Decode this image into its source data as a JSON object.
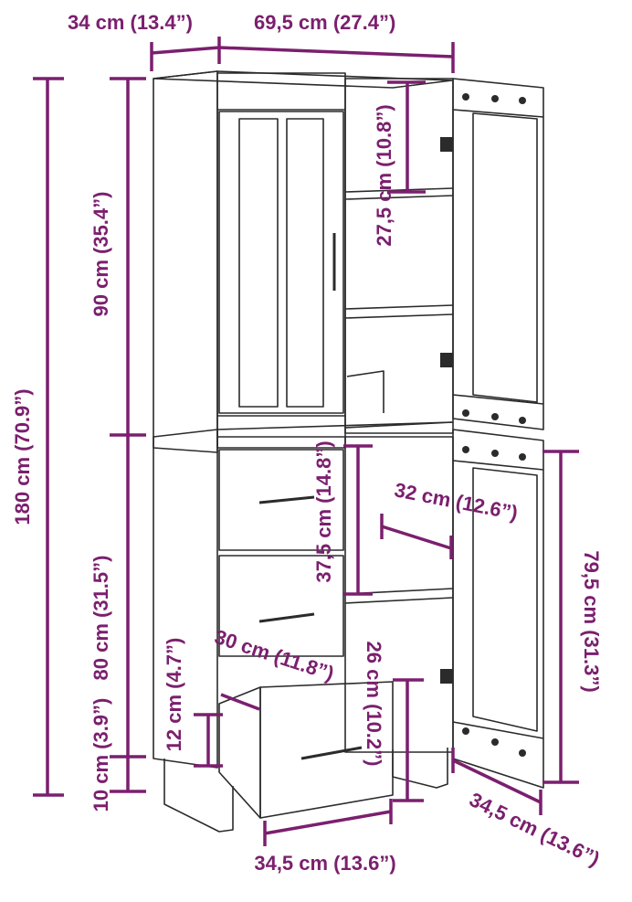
{
  "colors": {
    "dimension": "#7b1f6e",
    "outline": "#2b2b2b",
    "background": "#ffffff"
  },
  "dimensions": {
    "depth_top": "34 cm (13.4”)",
    "width_top": "69,5 cm (27.4”)",
    "height_total": "180 cm (70.9”)",
    "height_upper": "90 cm (35.4”)",
    "height_lower": "80 cm (31.5”)",
    "height_legs": "10 cm (3.9”)",
    "shelf_gap_top": "27,5 cm (10.8”)",
    "shelf_gap_lower": "37,5 cm (14.8”)",
    "inner_depth": "32 cm (12.6”)",
    "bottom_gap": "26 cm (10.2”)",
    "door_height": "79,5 cm (31.3”)",
    "drawer_depth": "30 cm (11.8”)",
    "drawer_height": "12 cm (4.7”)",
    "drawer_width": "34,5 cm (13.6”)",
    "door_width": "34,5 cm (13.6”)"
  }
}
